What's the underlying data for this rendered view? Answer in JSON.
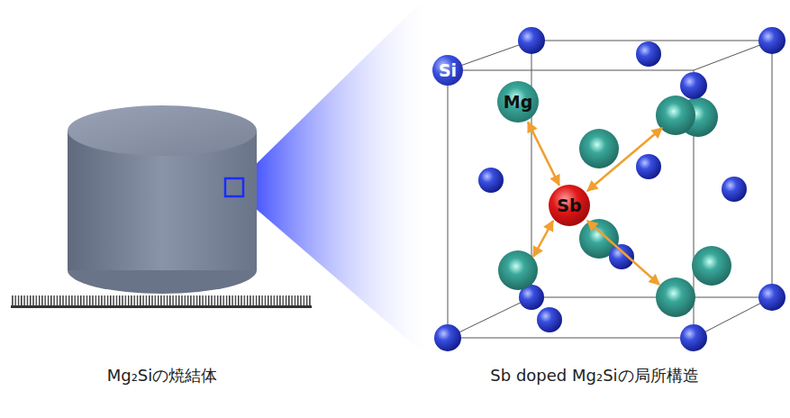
{
  "diagram": {
    "nodes": [
      {
        "text": [
          "Si"
        ]
      },
      {
        "text": [
          "Mg"
        ]
      },
      {
        "text": [
          "Sb"
        ]
      }
    ],
    "edges": [
      {
        "from": 2,
        "to": 1,
        "arrow": "both"
      }
    ],
    "labels": [
      "Mg₂Siの焼結体",
      "Sb doped Mg₂Siの局所構造"
    ]
  }
}
